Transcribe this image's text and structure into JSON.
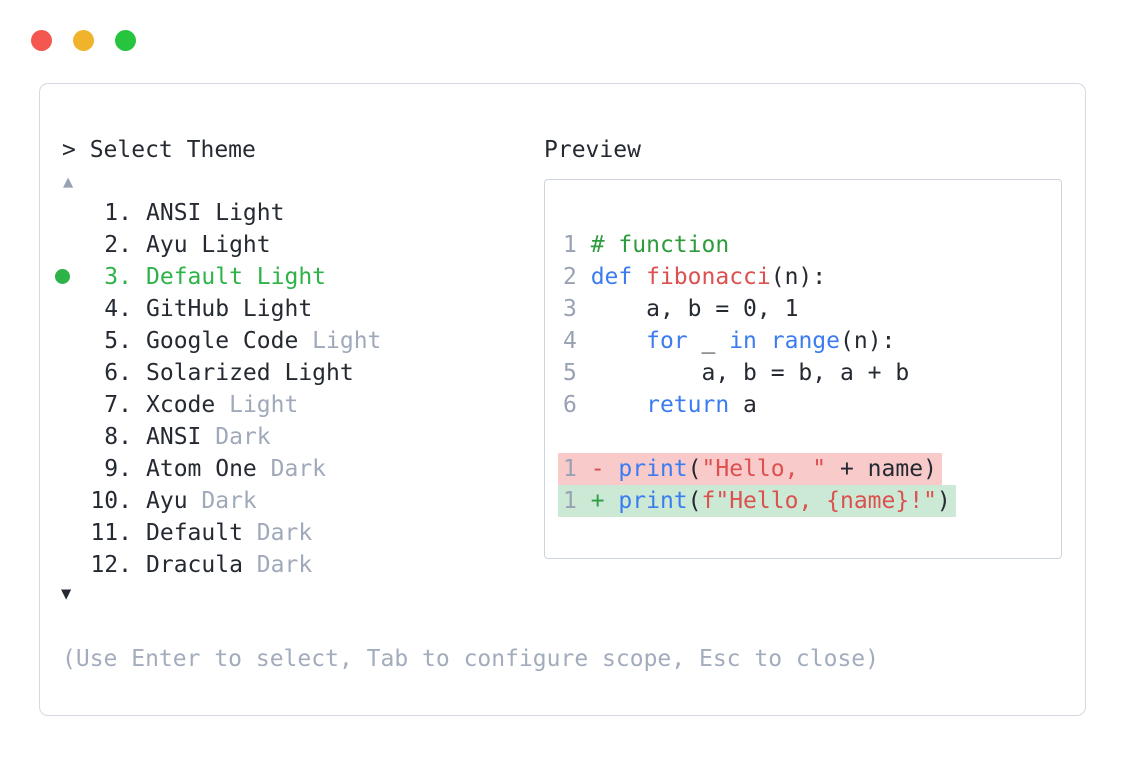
{
  "colors": {
    "traffic_red": "#f4574f",
    "traffic_yellow": "#f0b42c",
    "traffic_green": "#27c440",
    "border_outer": "#d5d9e1",
    "border_preview": "#ced4de",
    "c_dark": "#252a32",
    "c_muted": "#9fa9ba",
    "c_hint": "#a3acbc",
    "c_selected": "#2db347",
    "c_ln": "#98a2b3",
    "c_kw": "#3b7cf0",
    "c_cm": "#2e9b3d",
    "c_fn": "#dc5050",
    "c_st": "#dc5050",
    "c_minus": "#d84848",
    "c_plus": "#2e9e44",
    "bg_removed": "#f8caca",
    "bg_added": "#cbe9d5",
    "arrow_up": "#98a2b4"
  },
  "theme_picker": {
    "prompt": "> Select Theme",
    "up_arrow": "▲",
    "down_arrow": "▼",
    "hint": "(Use Enter to select, Tab to configure scope, Esc to close)",
    "items": [
      {
        "number": "1.",
        "selected": false,
        "parts": [
          {
            "text": "ANSI Light",
            "style": "normal"
          }
        ]
      },
      {
        "number": "2.",
        "selected": false,
        "parts": [
          {
            "text": "Ayu Light",
            "style": "normal"
          }
        ]
      },
      {
        "number": "3.",
        "selected": true,
        "parts": [
          {
            "text": "Default Light",
            "style": "normal"
          }
        ]
      },
      {
        "number": "4.",
        "selected": false,
        "parts": [
          {
            "text": "GitHub Light",
            "style": "normal"
          }
        ]
      },
      {
        "number": "5.",
        "selected": false,
        "parts": [
          {
            "text": "Google Code ",
            "style": "normal"
          },
          {
            "text": "Light",
            "style": "muted"
          }
        ]
      },
      {
        "number": "6.",
        "selected": false,
        "parts": [
          {
            "text": "Solarized Light",
            "style": "normal"
          }
        ]
      },
      {
        "number": "7.",
        "selected": false,
        "parts": [
          {
            "text": "Xcode ",
            "style": "normal"
          },
          {
            "text": "Light",
            "style": "muted"
          }
        ]
      },
      {
        "number": "8.",
        "selected": false,
        "parts": [
          {
            "text": "ANSI ",
            "style": "normal"
          },
          {
            "text": "Dark",
            "style": "muted"
          }
        ]
      },
      {
        "number": "9.",
        "selected": false,
        "parts": [
          {
            "text": "Atom One ",
            "style": "normal"
          },
          {
            "text": "Dark",
            "style": "muted"
          }
        ]
      },
      {
        "number": "10.",
        "selected": false,
        "parts": [
          {
            "text": "Ayu ",
            "style": "normal"
          },
          {
            "text": "Dark",
            "style": "muted"
          }
        ]
      },
      {
        "number": "11.",
        "selected": false,
        "parts": [
          {
            "text": "Default ",
            "style": "normal"
          },
          {
            "text": "Dark",
            "style": "muted"
          }
        ]
      },
      {
        "number": "12.",
        "selected": false,
        "parts": [
          {
            "text": "Dracula ",
            "style": "normal"
          },
          {
            "text": "Dark",
            "style": "muted"
          }
        ]
      }
    ]
  },
  "preview": {
    "label": "Preview",
    "code_lines": [
      {
        "tokens": [
          {
            "t": "1 ",
            "c": "ln"
          },
          {
            "t": "# function",
            "c": "cm"
          }
        ]
      },
      {
        "tokens": [
          {
            "t": "2 ",
            "c": "ln"
          },
          {
            "t": "def",
            "c": "kw"
          },
          {
            "t": " ",
            "c": "df"
          },
          {
            "t": "fibonacci",
            "c": "fn"
          },
          {
            "t": "(n):",
            "c": "df"
          }
        ]
      },
      {
        "tokens": [
          {
            "t": "3 ",
            "c": "ln"
          },
          {
            "t": "    a, b = 0, 1",
            "c": "df"
          }
        ]
      },
      {
        "tokens": [
          {
            "t": "4 ",
            "c": "ln"
          },
          {
            "t": "    ",
            "c": "df"
          },
          {
            "t": "for",
            "c": "kw"
          },
          {
            "t": " _ ",
            "c": "df"
          },
          {
            "t": "in",
            "c": "kw"
          },
          {
            "t": " ",
            "c": "df"
          },
          {
            "t": "range",
            "c": "kw"
          },
          {
            "t": "(n):",
            "c": "df"
          }
        ]
      },
      {
        "tokens": [
          {
            "t": "5 ",
            "c": "ln"
          },
          {
            "t": "        a, b = b, a + b",
            "c": "df"
          }
        ]
      },
      {
        "tokens": [
          {
            "t": "6 ",
            "c": "ln"
          },
          {
            "t": "    ",
            "c": "df"
          },
          {
            "t": "return",
            "c": "kw"
          },
          {
            "t": " a",
            "c": "df"
          }
        ]
      },
      {
        "tokens": []
      },
      {
        "bg": "removed",
        "tokens": [
          {
            "t": "1 ",
            "c": "ln"
          },
          {
            "t": "- ",
            "c": "minus"
          },
          {
            "t": "print",
            "c": "kw"
          },
          {
            "t": "(",
            "c": "df"
          },
          {
            "t": "\"Hello, \"",
            "c": "st"
          },
          {
            "t": " + name)",
            "c": "df"
          }
        ]
      },
      {
        "bg": "added",
        "tokens": [
          {
            "t": "1 ",
            "c": "ln"
          },
          {
            "t": "+ ",
            "c": "plus"
          },
          {
            "t": "print",
            "c": "kw"
          },
          {
            "t": "(",
            "c": "df"
          },
          {
            "t": "f\"Hello, {name}!\"",
            "c": "st"
          },
          {
            "t": ")",
            "c": "df"
          }
        ]
      }
    ]
  }
}
